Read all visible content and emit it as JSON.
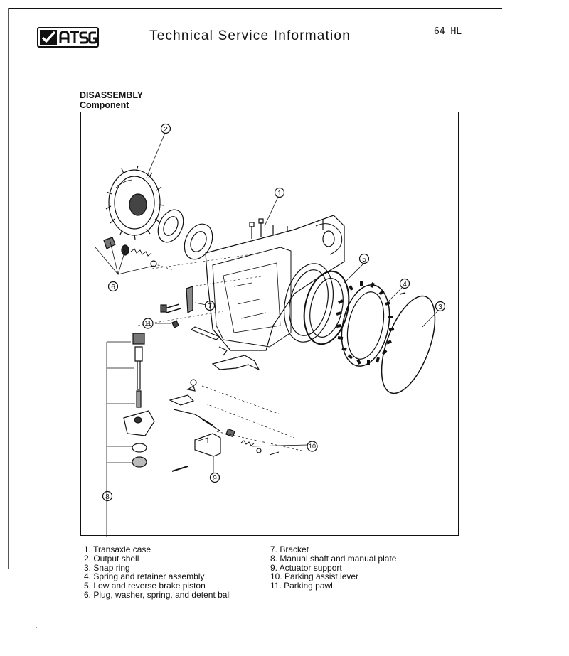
{
  "header": {
    "logo_text": "ATSG",
    "title": "Technical Service Information",
    "page_code": "64 HL"
  },
  "section": {
    "title": "DISASSEMBLY",
    "subtitle": "Component"
  },
  "figure": {
    "callouts": [
      "1",
      "2",
      "3",
      "4",
      "5",
      "6",
      "7",
      "8",
      "9",
      "10",
      "11"
    ]
  },
  "legend": {
    "left": [
      "1. Transaxle case",
      "2. Output shell",
      "3. Snap ring",
      "4. Spring and retainer assembly",
      "5. Low and reverse brake piston",
      "6. Plug, washer, spring, and detent ball"
    ],
    "right": [
      "7. Bracket",
      "8. Manual shaft and manual plate",
      "9. Actuator support",
      "10. Parking assist lever",
      "11. Parking pawl"
    ]
  },
  "colors": {
    "ink": "#111111",
    "paper": "#ffffff"
  }
}
